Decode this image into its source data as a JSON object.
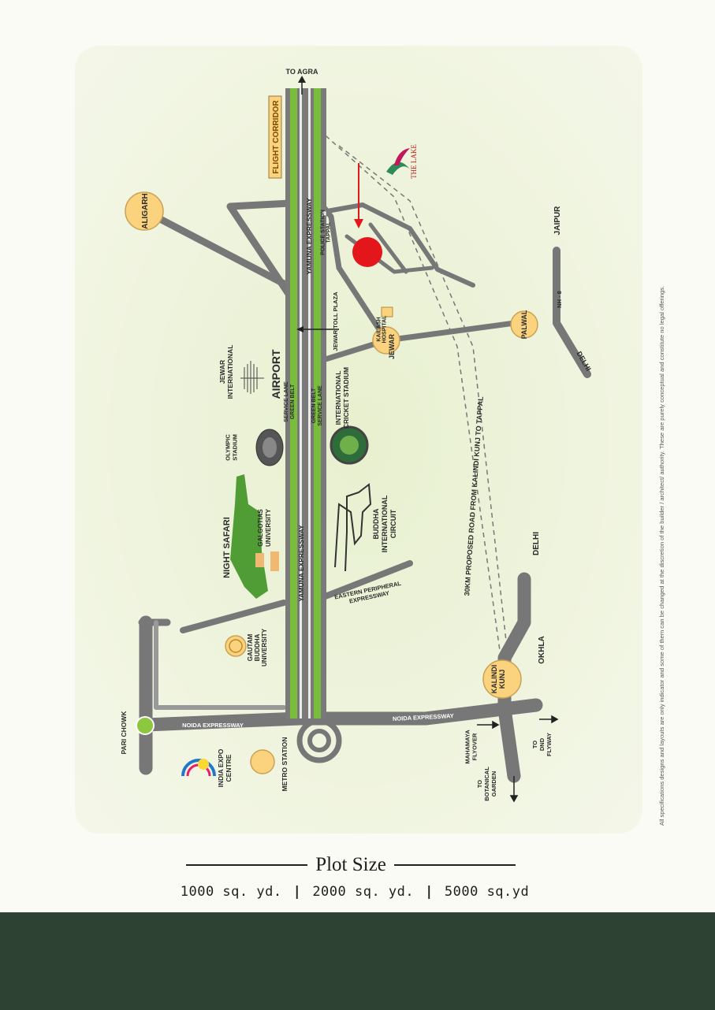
{
  "colors": {
    "road": "#7a7a7a",
    "road_dark": "#6f6f6f",
    "expressway_green": "#79bd3c",
    "city_circle": "#fbd37e",
    "city_stroke": "#b38a3a",
    "site_marker": "#e3161b",
    "footer": "#2e4233",
    "map_bg": "#eef3dc"
  },
  "map": {
    "direction_to_agra": "TO AGRA",
    "flight_corridor": "FLIGHT CORRIDOR",
    "yamuna_expressway_top": "YAMUNA EXPRESSWAY",
    "yamuna_expressway_bottom": "YAMUNA EXPRESSWAY",
    "service_lane_green_belt_left": "SERVICE LANE\nGREEN BELT",
    "green_belt_service_lane_right": "GREEN BELT\nSERVICE LANE",
    "aligarh": "ALIGARH",
    "police_station": "POLICE STATION\nTAPPAL",
    "kailash_hospital": "KAILASH\nHOSPITAL",
    "jewar_toll_plaza": "JEWAR TOLL PLAZA",
    "jewar": "JEWAR",
    "palwal": "PALWAL",
    "jaipur": "JAIPUR",
    "nh8": "NH - 8",
    "delhi_nh8": "DELHI",
    "jewar_international": "JEWAR\nINTERNATIONAL",
    "airport": "AIRPORT",
    "international_cricket_stadium": "INTERNATIONAL\nCRICKET STADIUM",
    "olympic_stadium": "OLYMPIC\nSTADIUM",
    "night_safari": "NIGHT SAFARI",
    "galgotias_university": "GALGOTIAS\nUNIVERSITY",
    "buddha_international_circuit": "BUDDHA\nINTERNATIONAL\nCIRCUIT",
    "eastern_peripheral_expressway": "EASTERN PERIPHERAL\nEXPRESSWAY",
    "proposed_road": "30KM PROPOSED ROAD FROM KALINDI KUNJ TO TAPPAL",
    "delhi_okhla_side": "DELHI",
    "okhla": "OKHLA",
    "kalindi_kunj": "KALINDI\nKUNJ",
    "gautam_buddha_university": "GAUTAM\nBUDDHA\nUNIVERSITY",
    "pari_chowk": "PARI CHOWK",
    "noida_expressway_left": "NOIDA EXPRESSWAY",
    "noida_expressway_right": "NOIDA EXPRESSWAY",
    "india_expo_centre": "INDIA EXPO\nCENTRE",
    "metro_station": "METRO STATION",
    "mahamaya_flyover": "MAHAMAYA\nFLYOVER",
    "to_botanical_garden": "TO\nBOTANICAL\nGARDEN",
    "to_dnd_flyway": "TO\nDND\nFLYWAY",
    "logo_text": "THE LAKE"
  },
  "disclaimer": "All specifications designs and layouts are only indicator and some of them can be changed at the discretion of the builder / architect/ authority. These are purely conceptual and constitute no legal offerings.",
  "plot": {
    "title": "Plot Size",
    "sizes": [
      "1000 sq. yd.",
      "2000 sq. yd.",
      "5000 sq.yd"
    ],
    "separator": "|"
  }
}
